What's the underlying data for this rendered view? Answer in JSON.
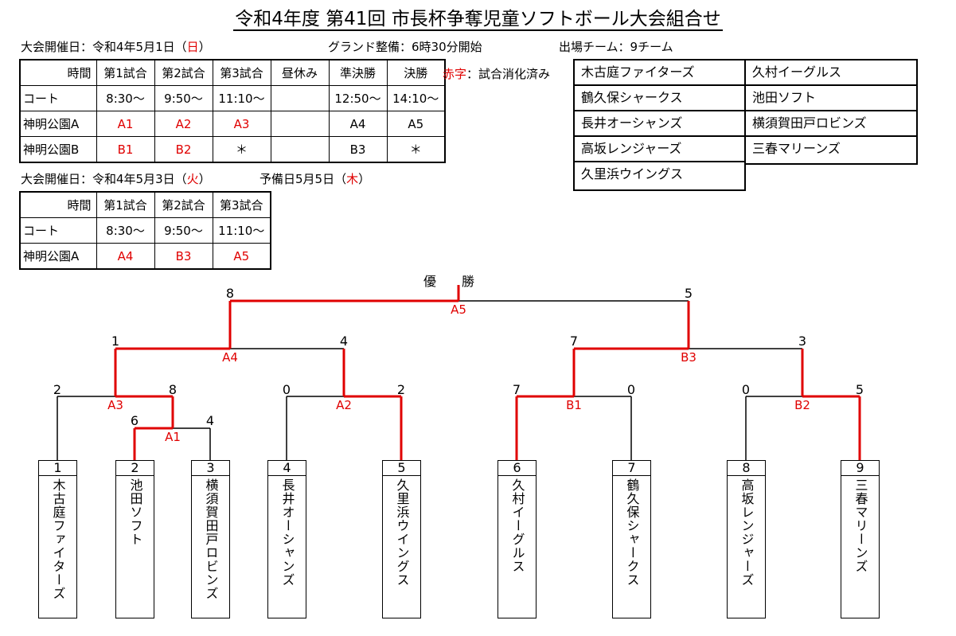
{
  "title": "令和4年度  第41回  市長杯争奪児童ソフトボール大会組合せ",
  "info1": {
    "date_prefix": "大会開催日：令和4年5月1日（",
    "date_day": "日",
    "date_suffix": "）",
    "ground": "グランド整備：6時30分開始",
    "teams": "出場チーム：9チーム"
  },
  "legend": {
    "red_word": "赤字",
    "rest": "：試合消化済み"
  },
  "table1": {
    "header": [
      "時間",
      "第1試合",
      "第2試合",
      "第3試合",
      "昼休み",
      "準決勝",
      "決勝"
    ],
    "court": [
      "コート",
      "8:30～",
      "9:50～",
      "11:10～",
      "",
      "12:50～",
      "14:10～"
    ],
    "rowA": [
      "神明公園A",
      "A1",
      "A2",
      "A3",
      "",
      "A4",
      "A5"
    ],
    "rowB": [
      "神明公園B",
      "B1",
      "B2",
      "＊",
      "",
      "B3",
      "＊"
    ]
  },
  "info2": {
    "date_prefix": "大会開催日：令和4年5月3日（",
    "date_day": "火",
    "date_suffix": "）",
    "reserve_prefix": "予備日5月5日（",
    "reserve_day": "木",
    "reserve_suffix": "）"
  },
  "table2": {
    "header": [
      "時間",
      "第1試合",
      "第2試合",
      "第3試合"
    ],
    "court": [
      "コート",
      "8:30～",
      "9:50～",
      "11:10～"
    ],
    "rowA": [
      "神明公園A",
      "A4",
      "B3",
      "A5"
    ]
  },
  "team_list": [
    "木古庭ファイターズ",
    "久村イーグルス",
    "鶴久保シャークス",
    "池田ソフト",
    "長井オーシャンズ",
    "横須賀田戸ロビンズ",
    "高坂レンジャーズ",
    "三春マリーンズ",
    "久里浜ウイングス"
  ],
  "champion_label": "優　　勝",
  "bracket_teams": [
    {
      "num": "1",
      "name": "木古庭ファイターズ"
    },
    {
      "num": "2",
      "name": "池田ソフト"
    },
    {
      "num": "3",
      "name": "横須賀田戸ロビンズ"
    },
    {
      "num": "4",
      "name": "長井オーシャンズ"
    },
    {
      "num": "5",
      "name": "久里浜ウイングス"
    },
    {
      "num": "6",
      "name": "久村イーグルス"
    },
    {
      "num": "7",
      "name": "鶴久保シャークス"
    },
    {
      "num": "8",
      "name": "高坂レンジャーズ"
    },
    {
      "num": "9",
      "name": "三春マリーンズ"
    }
  ],
  "matches": {
    "A1": {
      "label": "A1",
      "left": "6",
      "right": "4"
    },
    "A2": {
      "label": "A2",
      "left": "0",
      "right": "2"
    },
    "A3": {
      "label": "A3",
      "left": "2",
      "right": "8"
    },
    "A4": {
      "label": "A4",
      "left": "1",
      "right": "4"
    },
    "A5": {
      "label": "A5",
      "left": "8",
      "right": "5"
    },
    "B1": {
      "label": "B1",
      "left": "7",
      "right": "0"
    },
    "B2": {
      "label": "B2",
      "left": "0",
      "right": "5"
    },
    "B3": {
      "label": "B3",
      "left": "7",
      "right": "3"
    }
  },
  "colors": {
    "winner_line": "#e00000",
    "text_red": "#e00000",
    "line": "#000000"
  }
}
